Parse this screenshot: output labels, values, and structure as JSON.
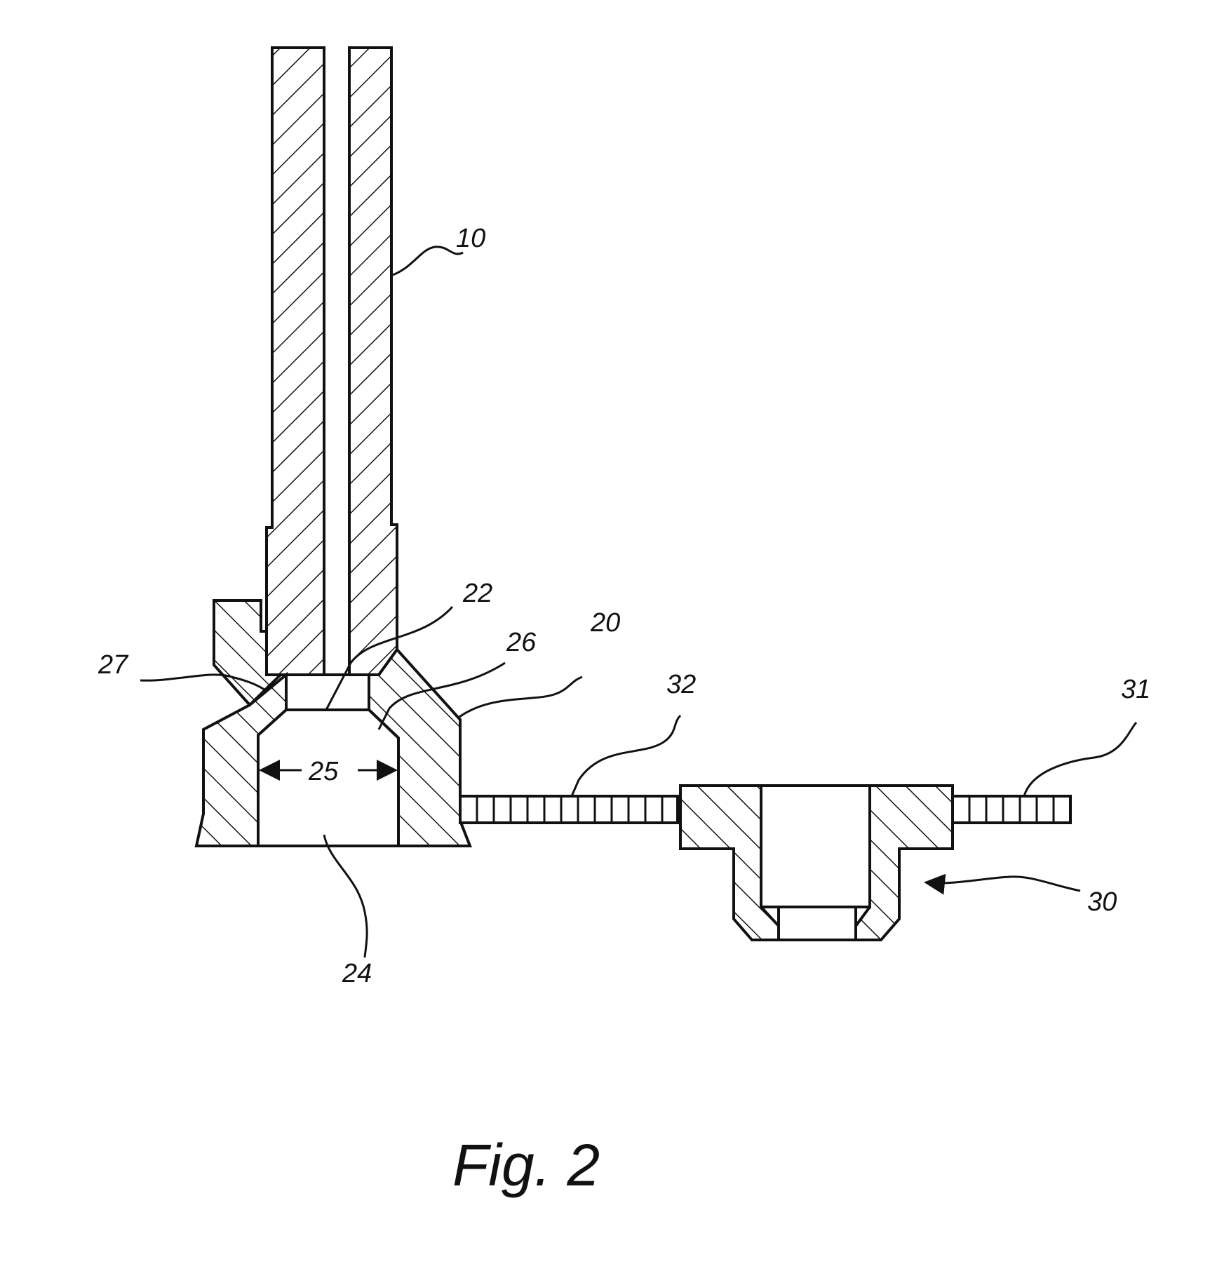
{
  "figure": {
    "caption": "Fig. 2",
    "colors": {
      "ink": "#111111",
      "paper": "#ffffff"
    },
    "reference_numerals": {
      "tube": "10",
      "fitting_body": "20",
      "passage_seat": "22",
      "bore_opening": "24",
      "bore_diameter": "25",
      "shoulder": "26",
      "flange_lip": "27",
      "ring_insert": "30",
      "strip_right": "31",
      "strip_left": "32"
    }
  }
}
